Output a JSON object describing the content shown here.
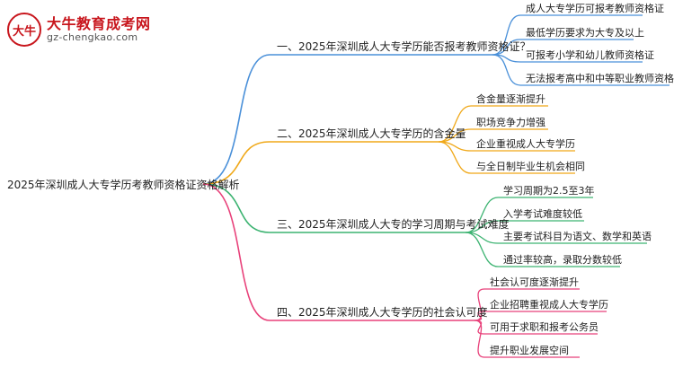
{
  "logo": {
    "badge_text": "大牛",
    "name": "大牛教育成考网",
    "url": "gz-chengkao.com"
  },
  "root": {
    "label": "2025年深圳成人大专学历考教师资格证资格解析"
  },
  "branches": [
    {
      "label": "一、2025年深圳成人大专学历能否报考教师资格证？",
      "color": "#4a90d9",
      "leaves": [
        "成人大专学历可报考教师资格证",
        "最低学历要求为大专及以上",
        "可报考小学和幼儿教师资格证",
        "无法报考高中和中等职业教师资格证"
      ]
    },
    {
      "label": "二、2025年深圳成人大专学历的含金量",
      "color": "#f0a818",
      "leaves": [
        "含金量逐渐提升",
        "职场竞争力增强",
        "企业重视成人大专学历",
        "与全日制毕业生机会相同"
      ]
    },
    {
      "label": "三、2025年深圳成人大专的学习周期与考试难度",
      "color": "#3cb371",
      "leaves": [
        "学习周期为2.5至3年",
        "入学考试难度较低",
        "主要考试科目为语文、数学和英语",
        "通过率较高，录取分数较低"
      ]
    },
    {
      "label": "四、2025年深圳成人大专学历的社会认可度",
      "color": "#e8417a",
      "leaves": [
        "社会认可度逐渐提升",
        "企业招聘重视成人大专学历",
        "可用于求职和报考公务员",
        "提升职业发展空间"
      ]
    }
  ]
}
